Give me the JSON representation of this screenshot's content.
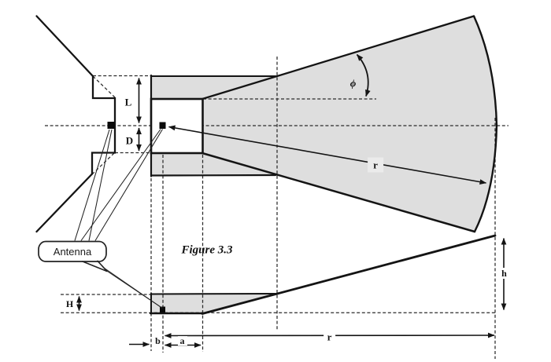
{
  "figure": {
    "caption": "Figure 3.3",
    "callout_label": "Antenna"
  },
  "dimension_labels": {
    "flare_top_height": "L",
    "flare_bottom_height": "D",
    "side_height": "H",
    "feed_offset": "b",
    "aperture_length": "a",
    "radius_top": "r",
    "radius_bottom": "r",
    "beam_height": "h",
    "beam_angle_phi": "ϕ"
  },
  "colors": {
    "fill_gray": "#dedede",
    "label_box_gray": "#ebebeb",
    "line_black": "#141414",
    "dashed_line": "#2b2b2b",
    "background": "#ffffff"
  }
}
